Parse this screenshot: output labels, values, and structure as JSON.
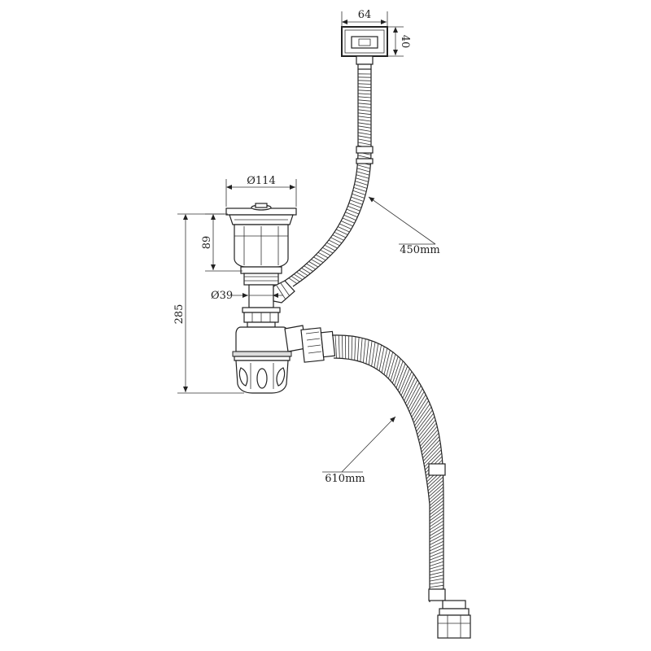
{
  "dimensions": {
    "overflow_width": "64",
    "overflow_height": "40",
    "basket_diameter": "Ø114",
    "basket_height": "89",
    "pipe_diameter": "Ø39",
    "total_height": "285",
    "overflow_hose_length": "450mm",
    "drain_hose_length": "610mm"
  },
  "colors": {
    "line": "#222222",
    "shade": "#dcdcdc",
    "dark": "#9a9a9a"
  }
}
